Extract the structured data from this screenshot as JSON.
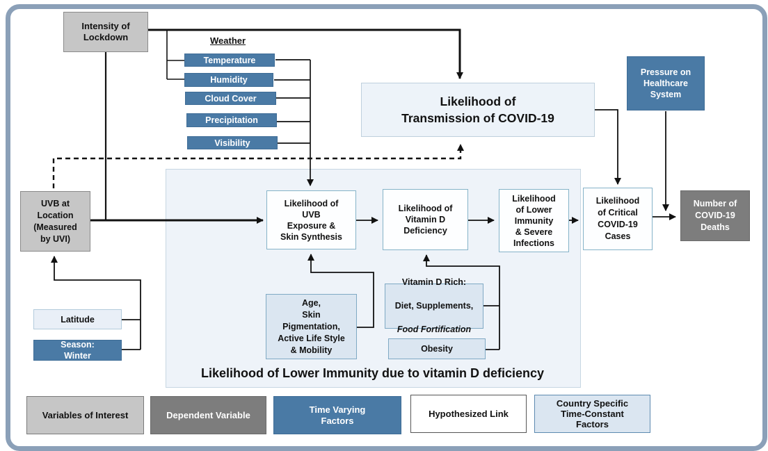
{
  "figure": {
    "nodes": {
      "intensity_lockdown": "Intensity of\nLockdown",
      "weather_label": "Weather",
      "transmission": "Likelihood of\nTransmission of COVID-19",
      "pressure_healthcare": "Pressure on\nHealthcare\nSystem",
      "uvb_location": "UVB at\nLocation\n(Measured\nby UVI)",
      "latitude": "Latitude",
      "season_winter": "Season:\nWinter",
      "uvb_exposure": "Likelihood of\nUVB\nExposure &\nSkin Synthesis",
      "vitamin_d_deficiency": "Likelihood of\nVitamin D\nDeficiency",
      "lower_immunity": "Likelihood\nof Lower\nImmunity\n& Severe\nInfections",
      "critical_cases": "Likelihood\nof Critical\nCOVID-19\nCases",
      "covid_deaths": "Number of\nCOVID-19\nDeaths",
      "age_skin": "Age,\nSkin\nPigmentation,\nActive Life Style\n& Mobility",
      "vitamin_d_rich_line1": "Vitamin D Rich:",
      "vitamin_d_rich_line2": "Diet, Supplements,",
      "vitamin_d_rich_line3": "Food Fortification",
      "obesity": "Obesity",
      "container_caption": "Likelihood of Lower Immunity  due to vitamin D deficiency"
    },
    "weather": {
      "items": [
        "Temperature",
        "Humidity",
        "Cloud Cover",
        "Precipitation",
        "Visibility"
      ]
    },
    "legend": {
      "variables_of_interest": "Variables of Interest",
      "dependent_variable": "Dependent Variable",
      "time_varying": "Time Varying\nFactors",
      "hypothesized_link": "Hypothesized Link",
      "country_specific": "Country Specific\nTime-Constant\nFactors"
    },
    "colors": {
      "steel_blue": "#4a7aa5",
      "light_gray": "#c6c6c6",
      "dark_gray": "#7d7d7d",
      "pale_blue": "#dbe6f1",
      "container_fill": "#eef3f9",
      "process_border": "#85b3c8",
      "arrow": "#111111",
      "frame": "#8ba0b8"
    }
  }
}
